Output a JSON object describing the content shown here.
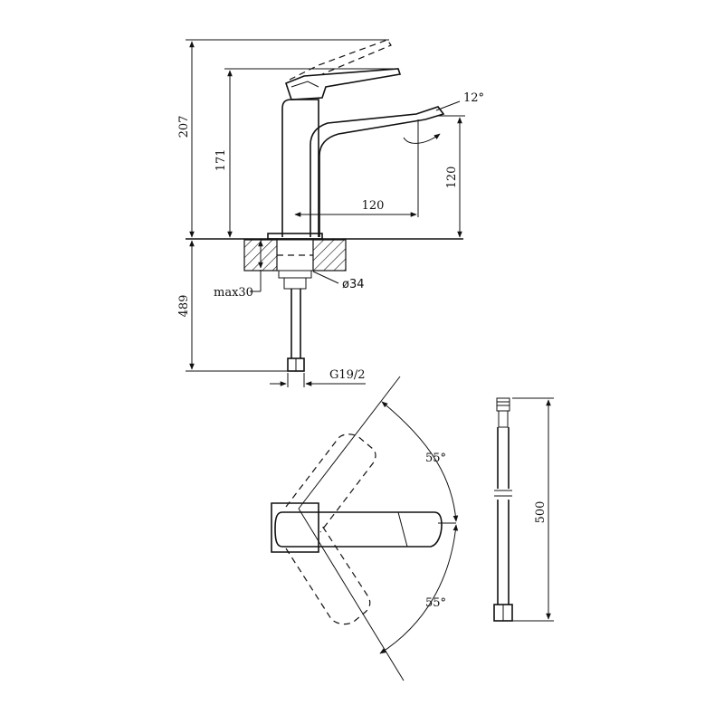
{
  "dimensions": {
    "total_height": "207",
    "spout_height": "171",
    "outlet_height": "120",
    "spout_reach": "120",
    "handle_tilt": "12°",
    "below_counter_length": "489",
    "max_counter_thickness": "max30",
    "mounting_hole": "ø34",
    "inlet_thread": "G19/2",
    "hose_length": "500",
    "swing_angle_upper": "55°",
    "swing_angle_lower": "55°"
  }
}
